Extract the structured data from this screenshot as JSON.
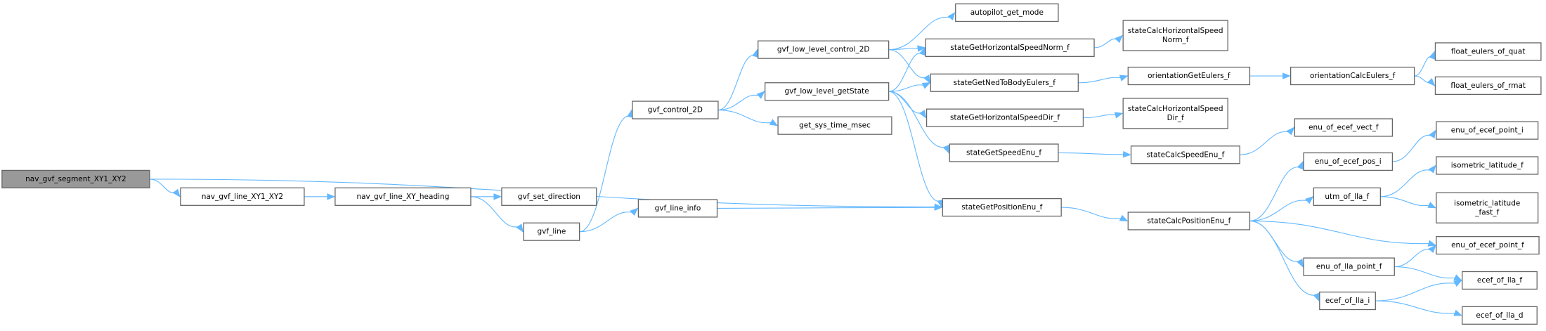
{
  "graph": {
    "title": "Call graph of nav_gvf_segment_XY1_XY2",
    "edge_color": "#63b8ff",
    "root_fill": "#999999",
    "nodes": [
      {
        "id": "nav_gvf_segment_XY1_XY2",
        "lines": [
          "nav_gvf_segment_XY1_XY2"
        ],
        "root": true
      },
      {
        "id": "nav_gvf_line_XY1_XY2",
        "lines": [
          "nav_gvf_line_XY1_XY2"
        ]
      },
      {
        "id": "nav_gvf_line_XY_heading",
        "lines": [
          "nav_gvf_line_XY_heading"
        ]
      },
      {
        "id": "gvf_set_direction",
        "lines": [
          "gvf_set_direction"
        ]
      },
      {
        "id": "gvf_line",
        "lines": [
          "gvf_line"
        ]
      },
      {
        "id": "gvf_control_2D",
        "lines": [
          "gvf_control_2D"
        ]
      },
      {
        "id": "gvf_line_info",
        "lines": [
          "gvf_line_info"
        ]
      },
      {
        "id": "gvf_low_level_control_2D",
        "lines": [
          "gvf_low_level_control_2D"
        ]
      },
      {
        "id": "gvf_low_level_getState",
        "lines": [
          "gvf_low_level_getState"
        ]
      },
      {
        "id": "get_sys_time_msec",
        "lines": [
          "get_sys_time_msec"
        ]
      },
      {
        "id": "autopilot_get_mode",
        "lines": [
          "autopilot_get_mode"
        ]
      },
      {
        "id": "stateGetHorizontalSpeedNorm_f",
        "lines": [
          "stateGetHorizontalSpeedNorm_f"
        ]
      },
      {
        "id": "stateGetNedToBodyEulers_f",
        "lines": [
          "stateGetNedToBodyEulers_f"
        ]
      },
      {
        "id": "stateGetHorizontalSpeedDir_f",
        "lines": [
          "stateGetHorizontalSpeedDir_f"
        ]
      },
      {
        "id": "stateGetSpeedEnu_f",
        "lines": [
          "stateGetSpeedEnu_f"
        ]
      },
      {
        "id": "stateGetPositionEnu_f",
        "lines": [
          "stateGetPositionEnu_f"
        ]
      },
      {
        "id": "stateCalcHorizontalSpeedNorm_f",
        "lines": [
          "stateCalcHorizontalSpeed",
          "Norm_f"
        ]
      },
      {
        "id": "orientationGetEulers_f",
        "lines": [
          "orientationGetEulers_f"
        ]
      },
      {
        "id": "stateCalcHorizontalSpeedDir_f",
        "lines": [
          "stateCalcHorizontalSpeed",
          "Dir_f"
        ]
      },
      {
        "id": "stateCalcSpeedEnu_f",
        "lines": [
          "stateCalcSpeedEnu_f"
        ]
      },
      {
        "id": "stateCalcPositionEnu_f",
        "lines": [
          "stateCalcPositionEnu_f"
        ]
      },
      {
        "id": "orientationCalcEulers_f",
        "lines": [
          "orientationCalcEulers_f"
        ]
      },
      {
        "id": "float_eulers_of_quat",
        "lines": [
          "float_eulers_of_quat"
        ]
      },
      {
        "id": "float_eulers_of_rmat",
        "lines": [
          "float_eulers_of_rmat"
        ]
      },
      {
        "id": "enu_of_ecef_vect_f",
        "lines": [
          "enu_of_ecef_vect_f"
        ]
      },
      {
        "id": "enu_of_ecef_pos_i",
        "lines": [
          "enu_of_ecef_pos_i"
        ]
      },
      {
        "id": "enu_of_ecef_point_i",
        "lines": [
          "enu_of_ecef_point_i"
        ]
      },
      {
        "id": "utm_of_lla_f",
        "lines": [
          "utm_of_lla_f"
        ]
      },
      {
        "id": "isometric_latitude_f",
        "lines": [
          "isometric_latitude_f"
        ]
      },
      {
        "id": "isometric_latitude_fast_f",
        "lines": [
          "isometric_latitude",
          "_fast_f"
        ]
      },
      {
        "id": "enu_of_ecef_point_f",
        "lines": [
          "enu_of_ecef_point_f"
        ]
      },
      {
        "id": "enu_of_lla_point_f",
        "lines": [
          "enu_of_lla_point_f"
        ]
      },
      {
        "id": "ecef_of_lla_f",
        "lines": [
          "ecef_of_lla_f"
        ]
      },
      {
        "id": "ecef_of_lla_i",
        "lines": [
          "ecef_of_lla_i"
        ]
      },
      {
        "id": "ecef_of_lla_d",
        "lines": [
          "ecef_of_lla_d"
        ]
      }
    ],
    "edges": [
      [
        "nav_gvf_segment_XY1_XY2",
        "nav_gvf_line_XY1_XY2"
      ],
      [
        "nav_gvf_segment_XY1_XY2",
        "stateGetPositionEnu_f"
      ],
      [
        "nav_gvf_line_XY1_XY2",
        "nav_gvf_line_XY_heading"
      ],
      [
        "nav_gvf_line_XY_heading",
        "gvf_set_direction"
      ],
      [
        "nav_gvf_line_XY_heading",
        "gvf_line"
      ],
      [
        "gvf_line",
        "gvf_control_2D"
      ],
      [
        "gvf_line",
        "gvf_line_info"
      ],
      [
        "gvf_control_2D",
        "gvf_low_level_control_2D"
      ],
      [
        "gvf_control_2D",
        "gvf_low_level_getState"
      ],
      [
        "gvf_control_2D",
        "get_sys_time_msec"
      ],
      [
        "gvf_line_info",
        "stateGetPositionEnu_f"
      ],
      [
        "gvf_low_level_control_2D",
        "autopilot_get_mode"
      ],
      [
        "gvf_low_level_control_2D",
        "stateGetHorizontalSpeedNorm_f"
      ],
      [
        "gvf_low_level_control_2D",
        "stateGetNedToBodyEulers_f"
      ],
      [
        "gvf_low_level_getState",
        "stateGetHorizontalSpeedNorm_f"
      ],
      [
        "gvf_low_level_getState",
        "stateGetNedToBodyEulers_f"
      ],
      [
        "gvf_low_level_getState",
        "stateGetHorizontalSpeedDir_f"
      ],
      [
        "gvf_low_level_getState",
        "stateGetSpeedEnu_f"
      ],
      [
        "gvf_low_level_getState",
        "stateGetPositionEnu_f"
      ],
      [
        "stateGetHorizontalSpeedNorm_f",
        "stateCalcHorizontalSpeedNorm_f"
      ],
      [
        "stateGetNedToBodyEulers_f",
        "orientationGetEulers_f"
      ],
      [
        "stateGetHorizontalSpeedDir_f",
        "stateCalcHorizontalSpeedDir_f"
      ],
      [
        "stateGetSpeedEnu_f",
        "stateCalcSpeedEnu_f"
      ],
      [
        "stateGetPositionEnu_f",
        "stateCalcPositionEnu_f"
      ],
      [
        "orientationGetEulers_f",
        "orientationCalcEulers_f"
      ],
      [
        "orientationCalcEulers_f",
        "float_eulers_of_quat"
      ],
      [
        "orientationCalcEulers_f",
        "float_eulers_of_rmat"
      ],
      [
        "stateCalcSpeedEnu_f",
        "enu_of_ecef_vect_f"
      ],
      [
        "stateCalcPositionEnu_f",
        "enu_of_ecef_pos_i"
      ],
      [
        "stateCalcPositionEnu_f",
        "utm_of_lla_f"
      ],
      [
        "stateCalcPositionEnu_f",
        "enu_of_ecef_point_f"
      ],
      [
        "stateCalcPositionEnu_f",
        "enu_of_lla_point_f"
      ],
      [
        "stateCalcPositionEnu_f",
        "ecef_of_lla_i"
      ],
      [
        "enu_of_ecef_pos_i",
        "enu_of_ecef_point_i"
      ],
      [
        "utm_of_lla_f",
        "isometric_latitude_f"
      ],
      [
        "utm_of_lla_f",
        "isometric_latitude_fast_f"
      ],
      [
        "enu_of_lla_point_f",
        "enu_of_ecef_point_f"
      ],
      [
        "enu_of_lla_point_f",
        "ecef_of_lla_f"
      ],
      [
        "ecef_of_lla_i",
        "ecef_of_lla_f"
      ],
      [
        "ecef_of_lla_i",
        "ecef_of_lla_d"
      ]
    ]
  }
}
